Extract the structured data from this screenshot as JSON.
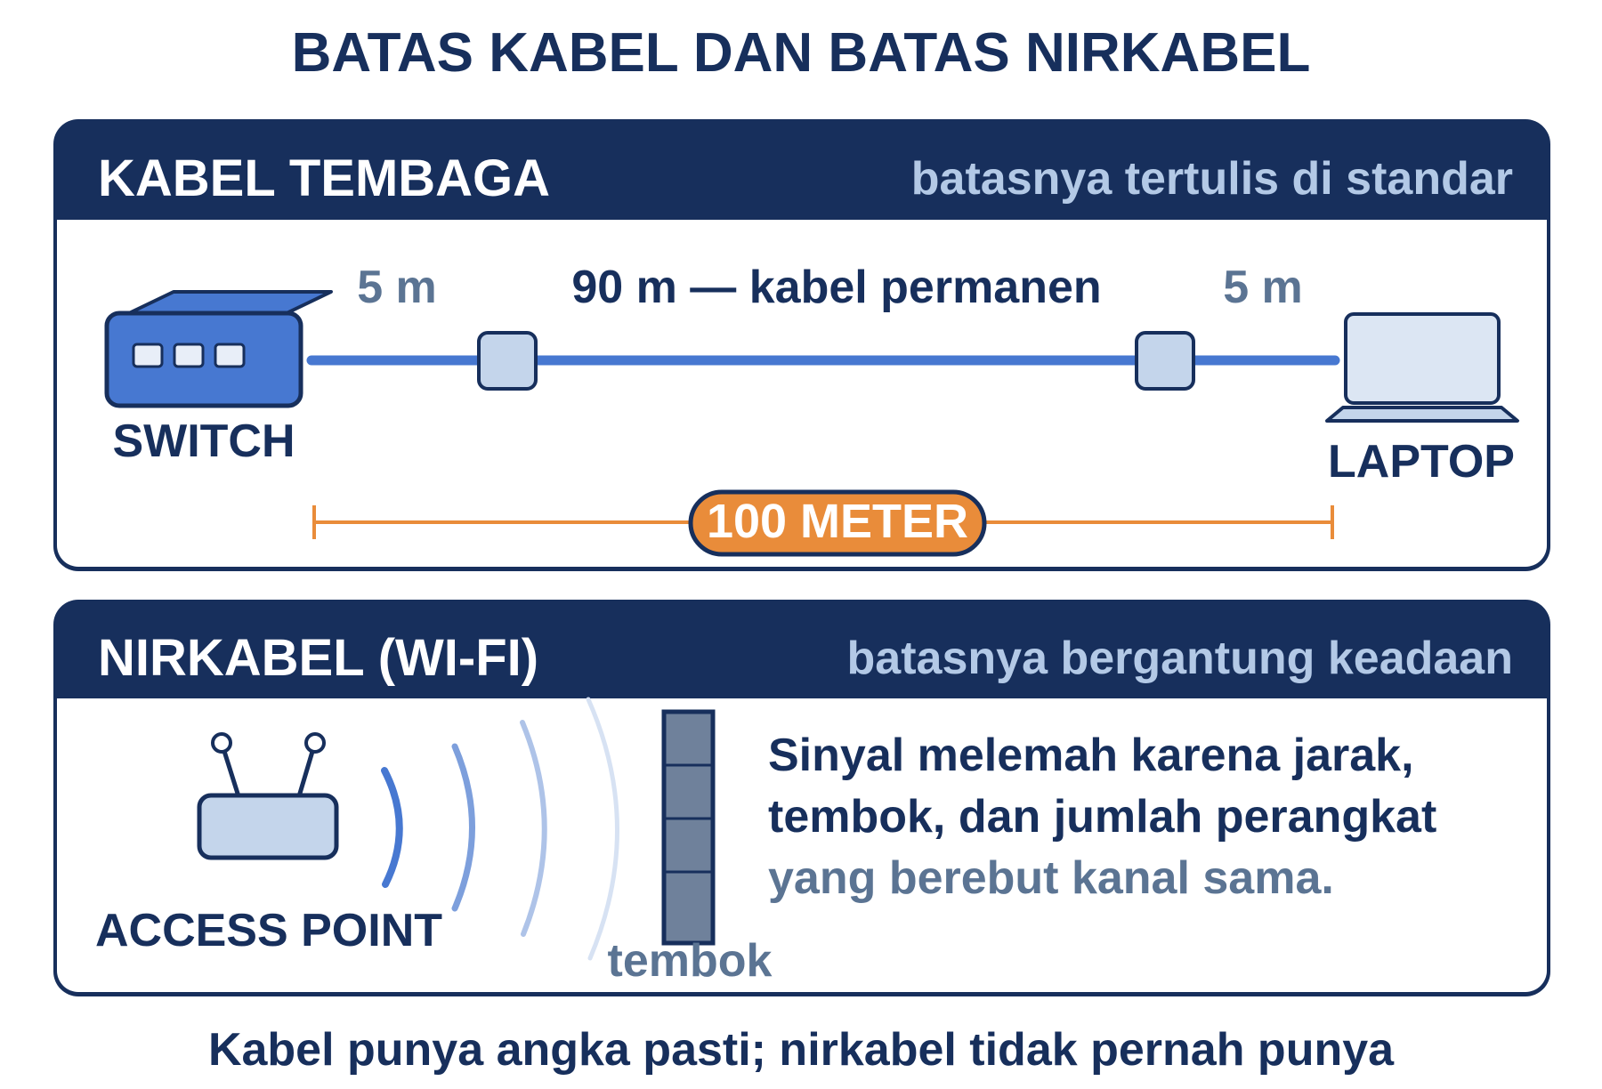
{
  "title": "BATAS KABEL DAN BATAS NIRKABEL",
  "colors": {
    "navy": "#172f5c",
    "blue": "#4778d1",
    "light_blue": "#c4d5eb",
    "header_sub": "#b3c9e6",
    "orange": "#e98c3a",
    "slate": "#5b7493",
    "wall": "#6f819b"
  },
  "cable": {
    "header": "KABEL TEMBAGA",
    "subheader": "batasnya tertulis di standar",
    "patch_left": "5 m",
    "permanent": "90 m — kabel permanen",
    "patch_right": "5 m",
    "switch_label": "SWITCH",
    "laptop_label": "LAPTOP",
    "limit": "100 METER",
    "icons": [
      "switch-icon",
      "patch-panel-icon",
      "wall-outlet-icon",
      "laptop-icon"
    ]
  },
  "wireless": {
    "header": "NIRKABEL (WI-FI)",
    "subheader": "batasnya bergantung keadaan",
    "ap_label": "ACCESS POINT",
    "wall_label": "tembok",
    "text_line1": "Sinyal melemah karena jarak,",
    "text_line2": "tembok, dan jumlah perangkat",
    "text_line3": "yang berebut kanal sama.",
    "icons": [
      "access-point-icon",
      "signal-wave-icon",
      "wall-icon"
    ]
  },
  "footer": "Kabel punya angka pasti; nirkabel tidak pernah punya"
}
